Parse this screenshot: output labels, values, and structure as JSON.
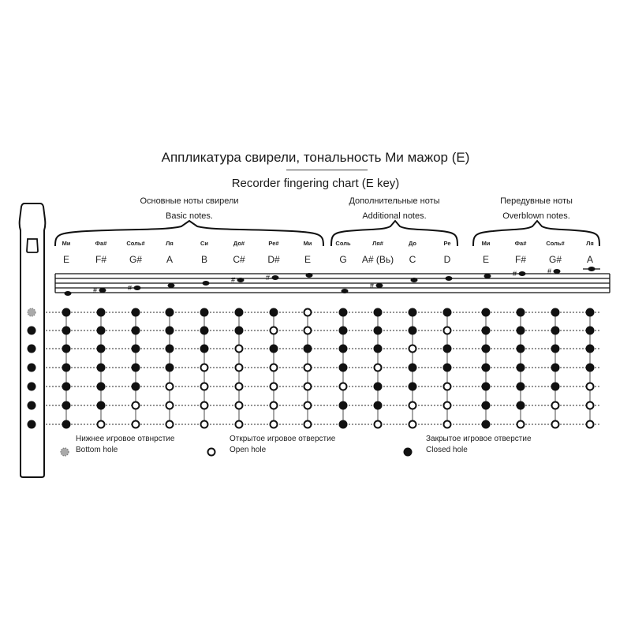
{
  "title": {
    "ru": "Аппликатура свирели, тональность Ми мажор (E)",
    "en": "Recorder fingering chart (E key)"
  },
  "groups": [
    {
      "name_ru": "Основные ноты свирели",
      "name_en": "Basic notes.",
      "notes": [
        {
          "ru": "Ми",
          "en": "E",
          "holes": [
            1,
            1,
            1,
            1,
            1,
            1,
            1
          ]
        },
        {
          "ru": "Фа#",
          "en": "F#",
          "holes": [
            1,
            1,
            1,
            1,
            1,
            1,
            0
          ]
        },
        {
          "ru": "Соль#",
          "en": "G#",
          "holes": [
            1,
            1,
            1,
            1,
            1,
            0,
            0
          ]
        },
        {
          "ru": "Ля",
          "en": "A",
          "holes": [
            1,
            1,
            1,
            1,
            0,
            0,
            0
          ]
        },
        {
          "ru": "Си",
          "en": "B",
          "holes": [
            1,
            1,
            1,
            0,
            0,
            0,
            0
          ]
        },
        {
          "ru": "До#",
          "en": "C#",
          "holes": [
            1,
            1,
            0,
            0,
            0,
            0,
            0
          ]
        },
        {
          "ru": "Ре#",
          "en": "D#",
          "holes": [
            1,
            0,
            1,
            0,
            0,
            0,
            0
          ]
        },
        {
          "ru": "Ми",
          "en": "E",
          "holes": [
            0,
            0,
            1,
            0,
            0,
            0,
            0
          ]
        }
      ]
    },
    {
      "name_ru": "Дополнительные ноты",
      "name_en": "Additional notes.",
      "notes": [
        {
          "ru": "Соль",
          "en": "G",
          "holes": [
            1,
            1,
            1,
            1,
            0,
            1,
            1
          ]
        },
        {
          "ru": "Ля#",
          "en": "A# (Bь)",
          "holes": [
            1,
            1,
            1,
            0,
            1,
            1,
            0
          ]
        },
        {
          "ru": "До",
          "en": "C",
          "holes": [
            1,
            1,
            0,
            1,
            1,
            0,
            0
          ]
        },
        {
          "ru": "Ре",
          "en": "D",
          "holes": [
            1,
            0,
            1,
            1,
            0,
            0,
            0
          ]
        }
      ]
    },
    {
      "name_ru": "Передувные ноты",
      "name_en": "Overblown notes.",
      "notes": [
        {
          "ru": "Ми",
          "en": "E",
          "holes": [
            1,
            1,
            1,
            1,
            1,
            1,
            1
          ]
        },
        {
          "ru": "Фа#",
          "en": "F#",
          "holes": [
            1,
            1,
            1,
            1,
            1,
            1,
            0
          ]
        },
        {
          "ru": "Соль#",
          "en": "G#",
          "holes": [
            1,
            1,
            1,
            1,
            1,
            0,
            0
          ]
        },
        {
          "ru": "Ля",
          "en": "A",
          "holes": [
            1,
            1,
            1,
            1,
            0,
            0,
            0
          ]
        }
      ]
    }
  ],
  "legend": [
    {
      "icon": "bottom-hole-icon",
      "ru": "Нижнее игровое отвнрстие",
      "en": "Bottom hole"
    },
    {
      "icon": "open-hole-icon",
      "ru": "Открытое игровое отверстие",
      "en": "Open hole"
    },
    {
      "icon": "closed-hole-icon",
      "ru": "Закрытое игровое отверстие",
      "en": "Closed hole"
    }
  ],
  "colors": {
    "ink": "#111111",
    "grid_dots": "#555555",
    "vertical_line": "#888888",
    "bottom_hole": "#999999"
  }
}
